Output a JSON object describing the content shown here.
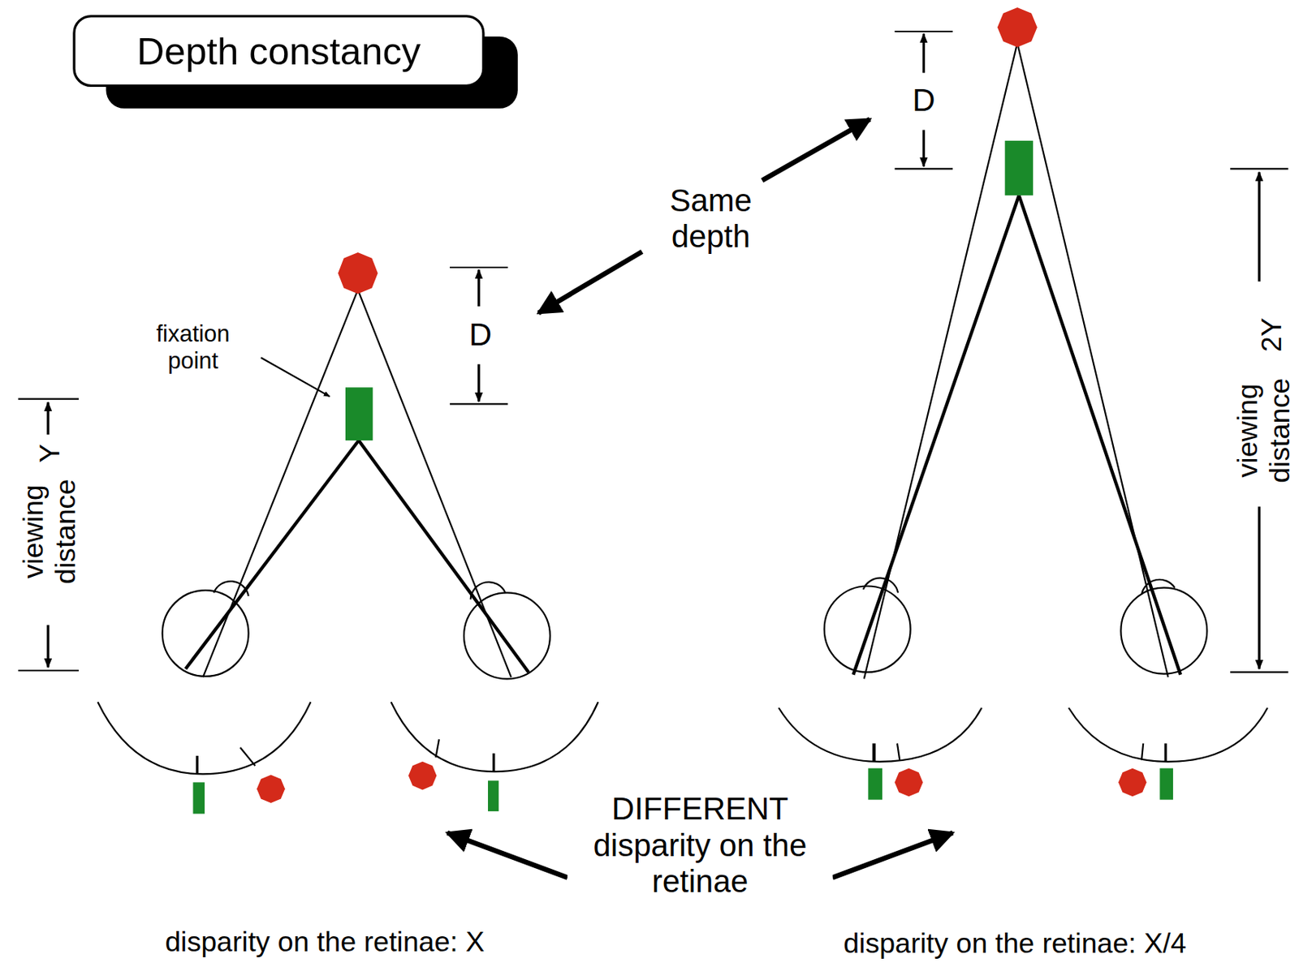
{
  "diagram": {
    "title": "Depth constancy",
    "labels": [
      "D",
      "Same depth",
      "D",
      "fixation point",
      "Y",
      "viewing distance",
      "2Y",
      "viewing distance",
      "DIFFERENT disparity on the retinae",
      "disparity on the retinae: X",
      "disparity on the retinae: X/4"
    ]
  }
}
